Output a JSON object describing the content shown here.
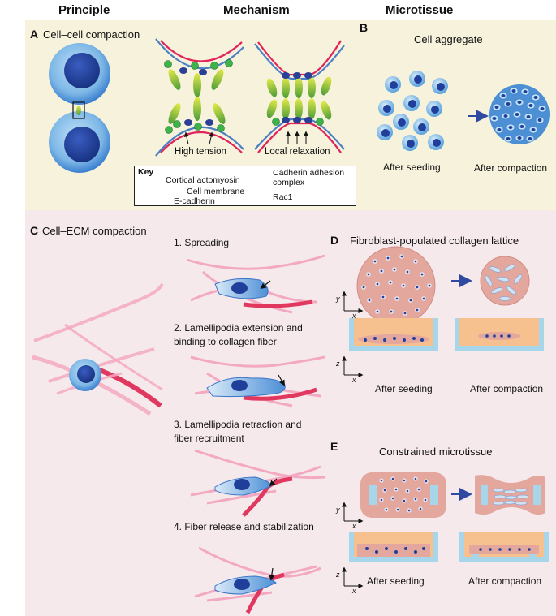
{
  "columns": {
    "principle": "Principle",
    "mechanism": "Mechanism",
    "microtissue": "Microtissue"
  },
  "panel_a": {
    "letter": "A",
    "title": "Cell–cell compaction",
    "high_tension": "High tension",
    "local_relaxation": "Local relaxation"
  },
  "panel_b": {
    "letter": "B",
    "title": "Cell aggregate",
    "after_seeding": "After seeding",
    "after_compaction": "After compaction"
  },
  "key": {
    "title": "Key",
    "cortical": "Cortical actomyosin",
    "membrane": "Cell membrane",
    "ecadherin": "E-cadherin",
    "cadherin_complex_1": "Cadherin adhesion",
    "cadherin_complex_2": "complex",
    "rac1": "Rac1"
  },
  "panel_c": {
    "letter": "C",
    "title": "Cell–ECM compaction",
    "step1": "1. Spreading",
    "step2a": "2. Lamellipodia extension and",
    "step2b": "binding to collagen fiber",
    "step3a": "3. Lamellipodia retraction and",
    "step3b": "fiber recruitment",
    "step4": "4. Fiber release and stabilization"
  },
  "panel_d": {
    "letter": "D",
    "title": "Fibroblast-populated collagen lattice",
    "after_seeding": "After seeding",
    "after_compaction": "After compaction"
  },
  "panel_e": {
    "letter": "E",
    "title": "Constrained microtissue",
    "after_seeding": "After seeding",
    "after_compaction": "After compaction"
  },
  "axes": {
    "x": "x",
    "y": "y",
    "z": "z"
  },
  "colors": {
    "cortical": "#e0245a",
    "membrane": "#4a7fc4",
    "cadherin": "#2a3f95",
    "rac1": "#3eb34a",
    "ecad_a": "#d8e23a",
    "ecad_b": "#4e9e3c",
    "collagen": "#f09ab5",
    "collagen_dark": "#e0385e",
    "cell_light": "#9cccf0",
    "cell_nucleus": "#1f3f9a",
    "lattice": "#e8a9a0",
    "tissue_orange": "#f7c08f",
    "well_blue": "#a7d5ea"
  }
}
